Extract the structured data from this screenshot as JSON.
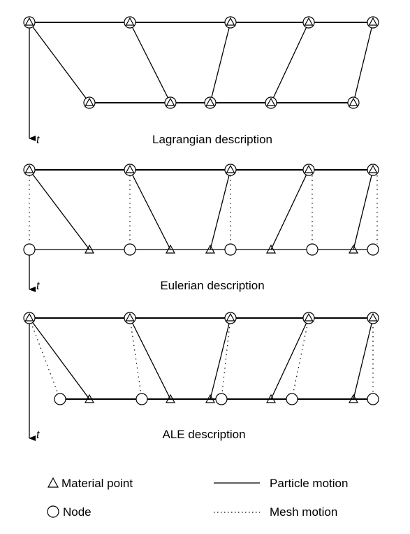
{
  "panels": [
    {
      "caption": "Lagrangian description",
      "axis_label": "t"
    },
    {
      "caption": "Eulerian description",
      "axis_label": "t"
    },
    {
      "caption": "ALE description",
      "axis_label": "t"
    }
  ],
  "legend": {
    "material_point": "Material point",
    "node": "Node",
    "particle_motion": "Particle motion",
    "mesh_motion": "Mesh motion"
  }
}
